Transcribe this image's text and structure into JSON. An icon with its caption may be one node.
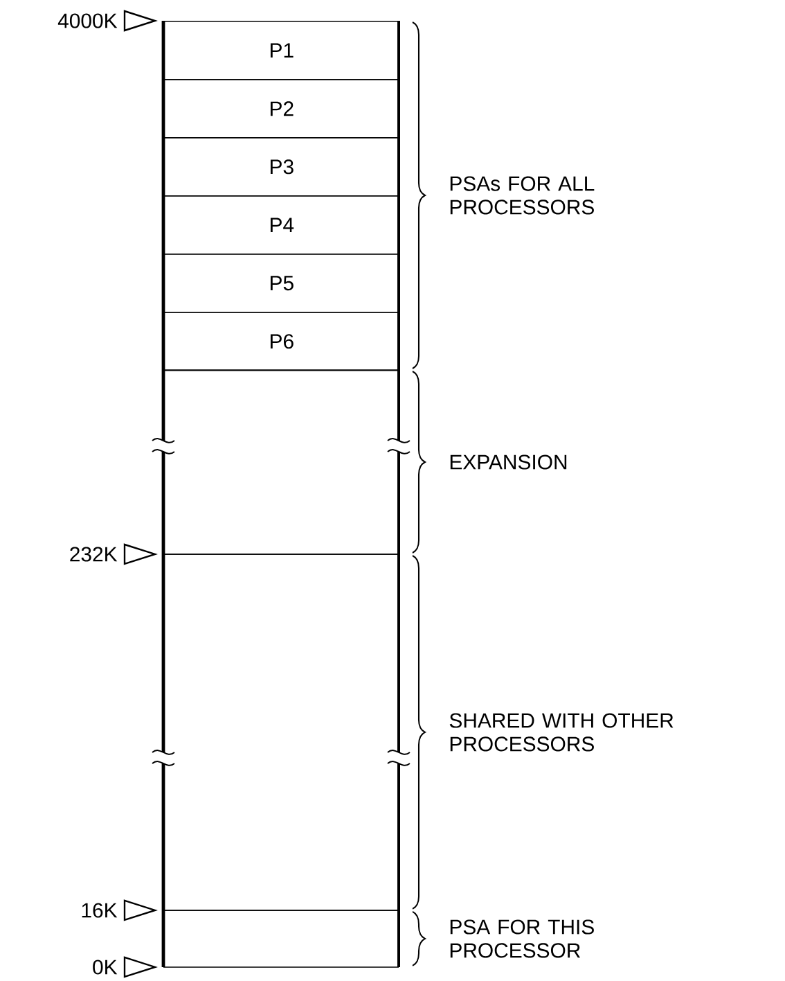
{
  "diagram": {
    "nodes": [
      {
        "text": [
          "P1"
        ]
      },
      {
        "text": [
          "P2"
        ]
      },
      {
        "text": [
          "P3"
        ]
      },
      {
        "text": [
          "P4"
        ]
      },
      {
        "text": [
          "P5"
        ]
      },
      {
        "text": [
          "P6"
        ]
      },
      {
        "text": [],
        "shape": "box"
      },
      {
        "text": [],
        "shape": "box"
      },
      {
        "text": [],
        "shape": "box"
      }
    ],
    "edges": [],
    "labels": [
      "4000K",
      "PSAs FOR ALL PROCESSORS",
      "EXPANSION",
      "232K",
      "SHARED WITH OTHER PROCESSORS",
      "16K",
      "PSA FOR THIS PROCESSOR",
      "0K"
    ]
  }
}
